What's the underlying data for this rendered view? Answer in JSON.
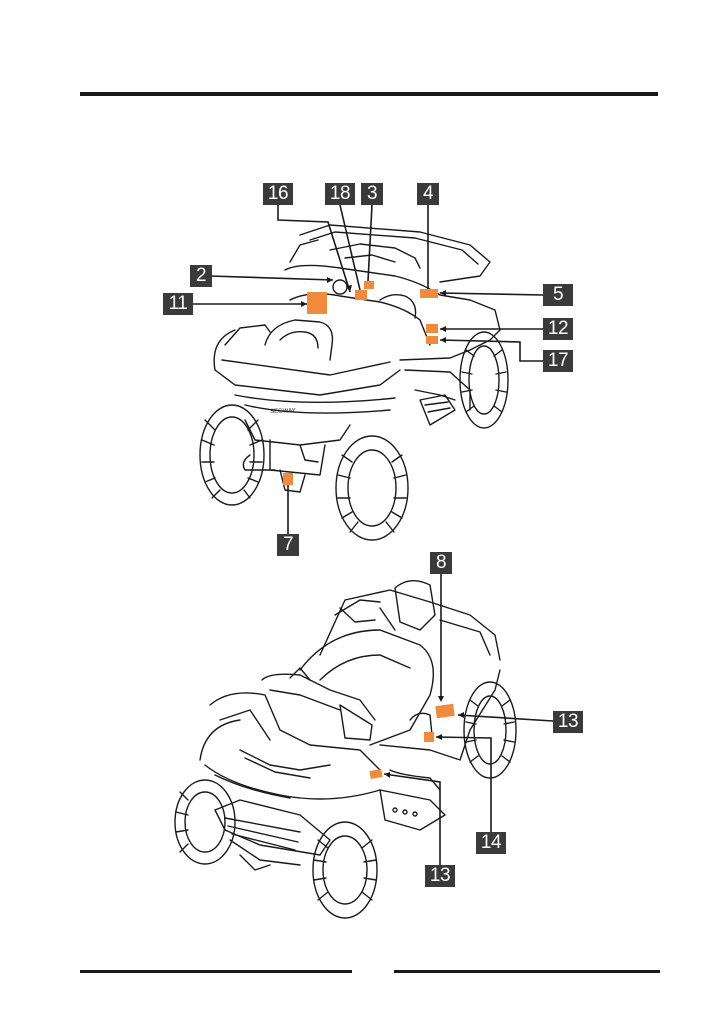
{
  "callouts": {
    "c16": "16",
    "c18": "18",
    "c3": "3",
    "c4": "4",
    "c2": "2",
    "c11": "11",
    "c5": "5",
    "c12": "12",
    "c17": "17",
    "c7": "7",
    "c8": "8",
    "c13a": "13",
    "c14": "14",
    "c13b": "13"
  },
  "colors": {
    "label_patch": "#f08a3c",
    "callout_bg": "#3a3a3a",
    "rule": "#1a1a1a"
  }
}
